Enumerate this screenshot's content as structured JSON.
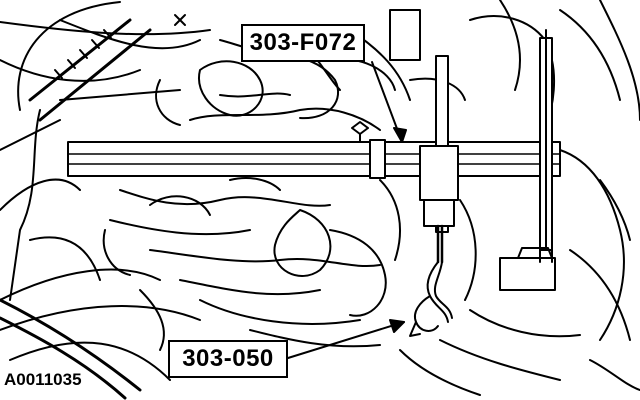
{
  "figure": {
    "tool_label_upper": "303-F072",
    "tool_label_lower": "303-050",
    "figure_code": "A0011035"
  },
  "icons": {
    "support_bar": "engine-support-bar-icon",
    "hook": "lifting-hook-icon"
  },
  "colors": {
    "ink": "#000000",
    "paper": "#ffffff"
  }
}
